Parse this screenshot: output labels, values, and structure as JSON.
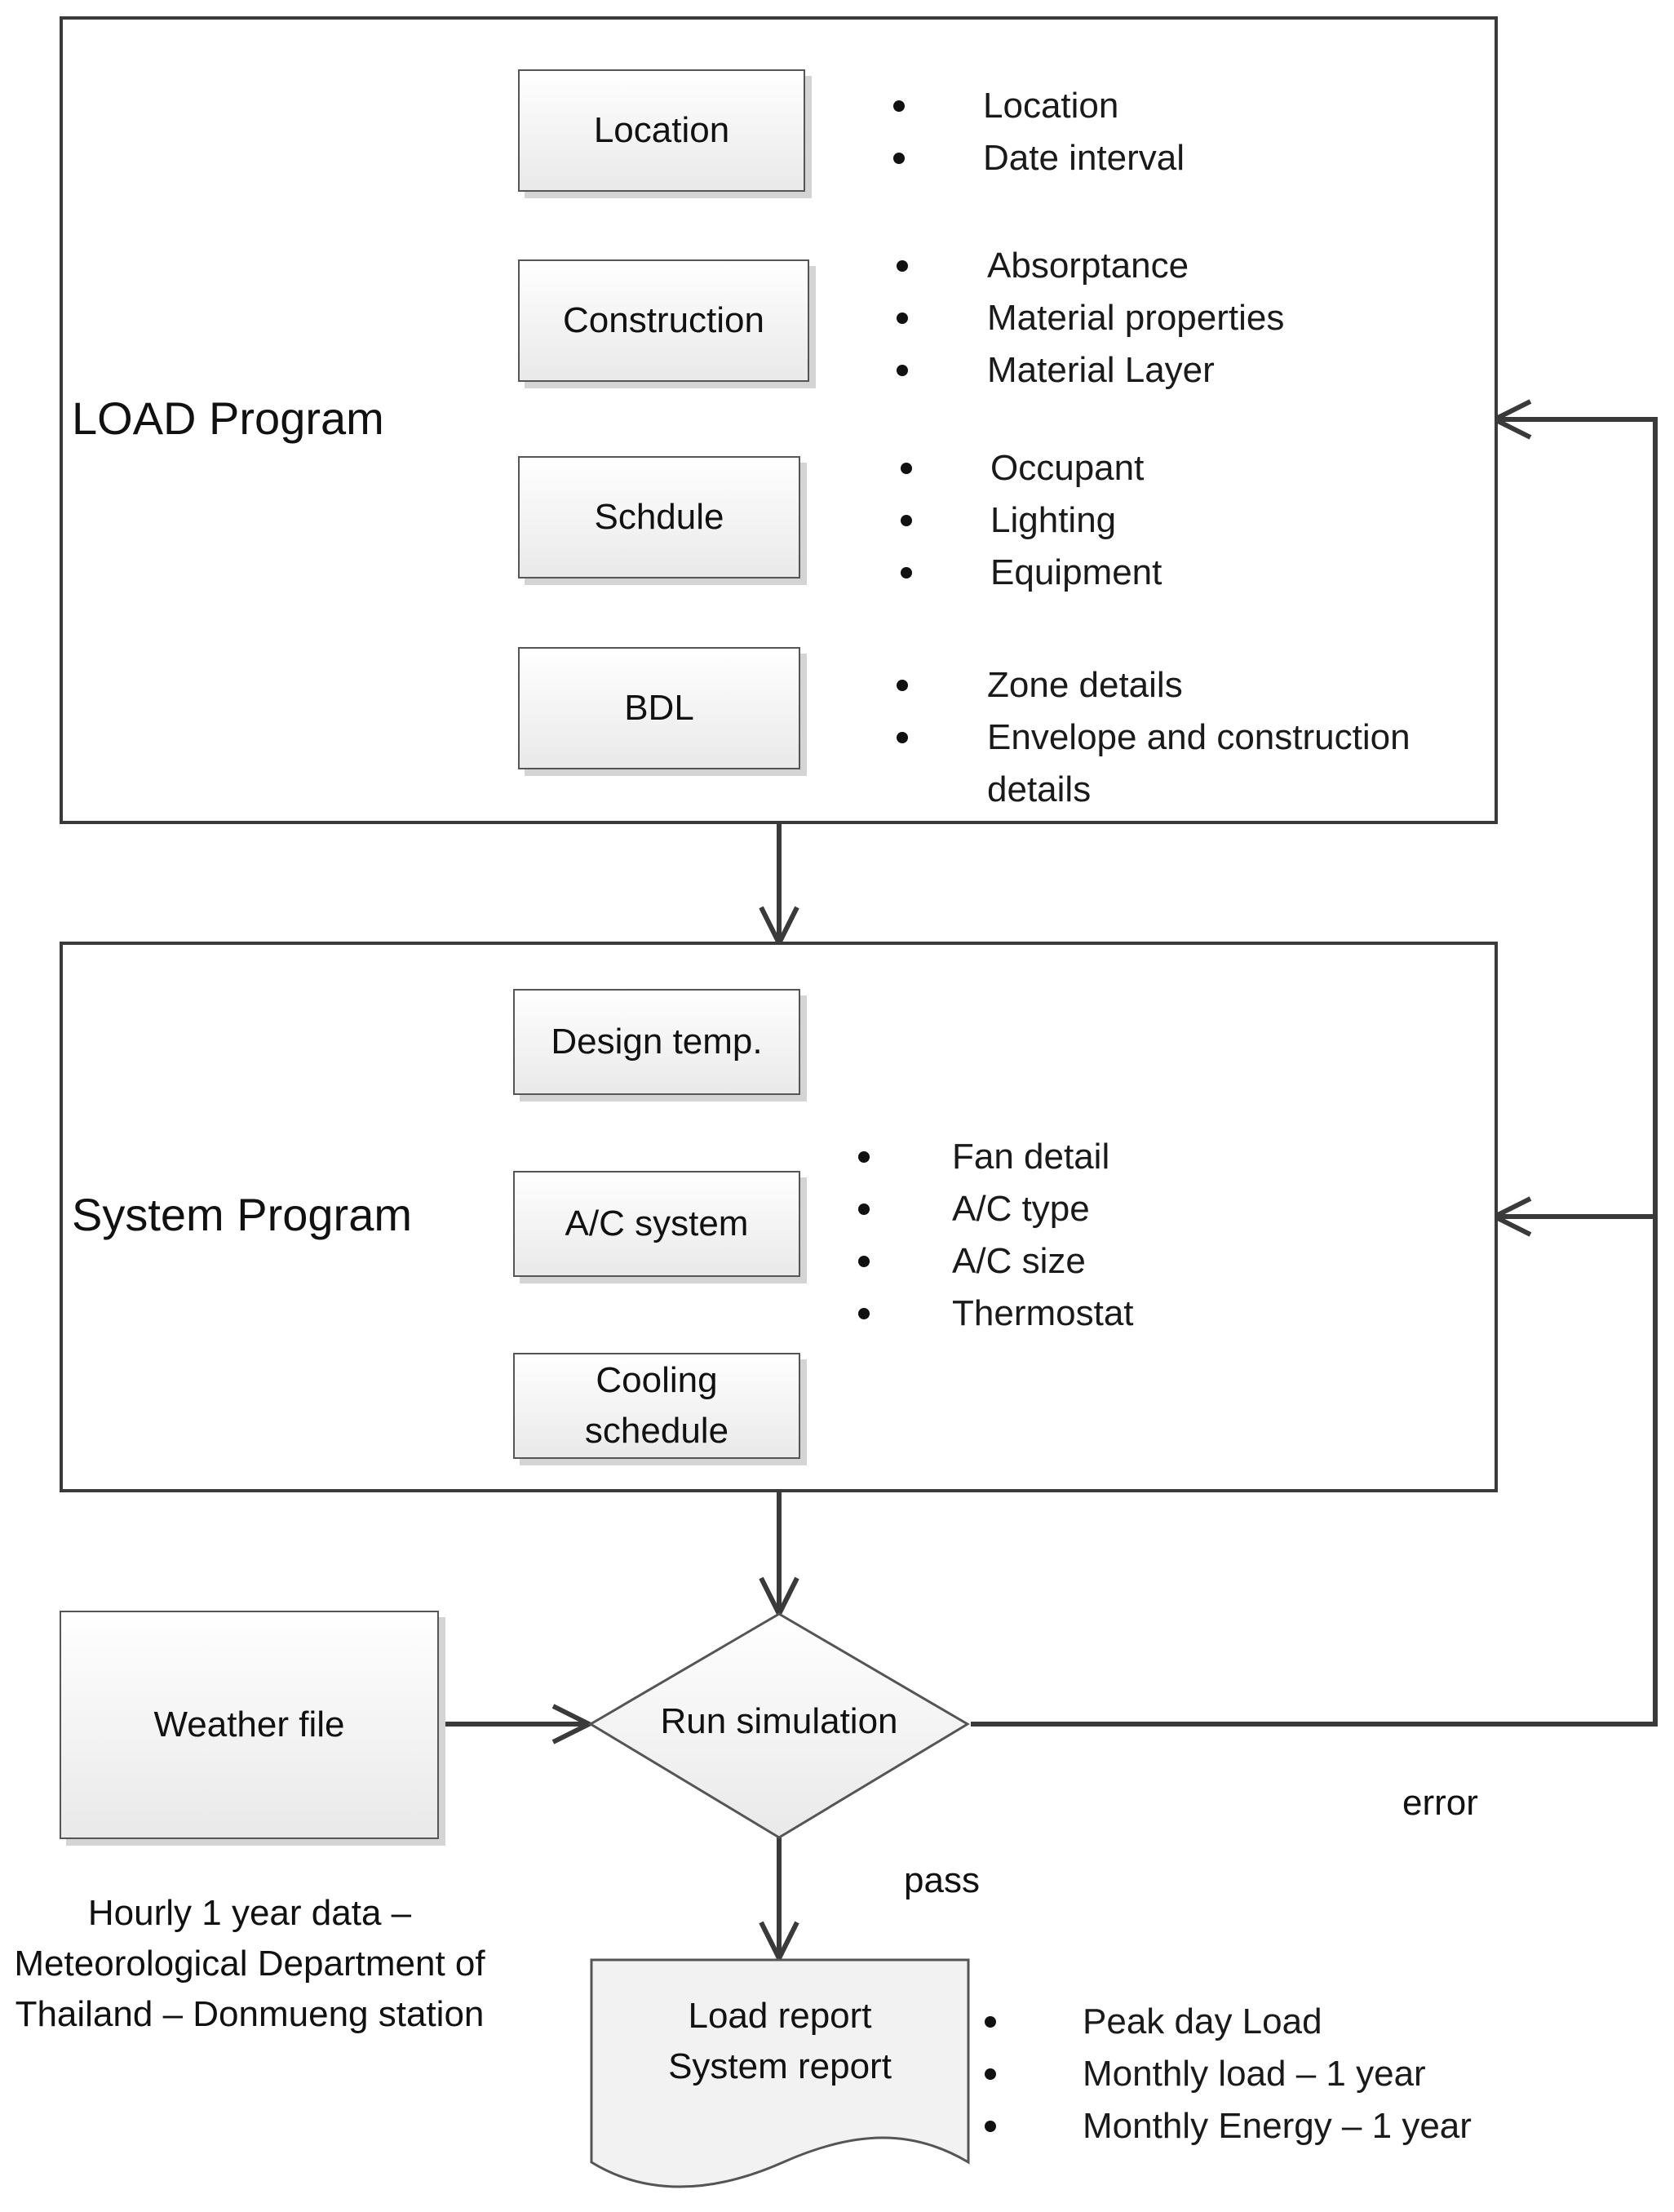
{
  "load_program": {
    "title": "LOAD Program",
    "items": [
      {
        "box": "Location",
        "bullets": [
          "Location",
          "Date interval"
        ]
      },
      {
        "box": "Construction",
        "bullets": [
          "Absorptance",
          "Material properties",
          "Material Layer"
        ]
      },
      {
        "box": "Schdule",
        "bullets": [
          "Occupant",
          "Lighting",
          "Equipment"
        ]
      },
      {
        "box": "BDL",
        "bullets": [
          "Zone details",
          "Envelope and construction details"
        ]
      }
    ]
  },
  "system_program": {
    "title": "System Program",
    "design_temp": "Design temp.",
    "ac_system": "A/C system",
    "ac_bullets": [
      "Fan detail",
      "A/C type",
      "A/C size",
      "Thermostat"
    ],
    "cooling_schedule": "Cooling schedule"
  },
  "weather": {
    "box": "Weather file",
    "note": "Hourly 1 year data – Meteorological Department of Thailand – Donmueng station"
  },
  "decision": {
    "label": "Run simulation",
    "error": "error",
    "pass": "pass"
  },
  "report": {
    "lines": [
      "Load report",
      "System report"
    ],
    "bullets": [
      "Peak day Load",
      "Monthly load – 1 year",
      "Monthly Energy – 1 year"
    ]
  }
}
